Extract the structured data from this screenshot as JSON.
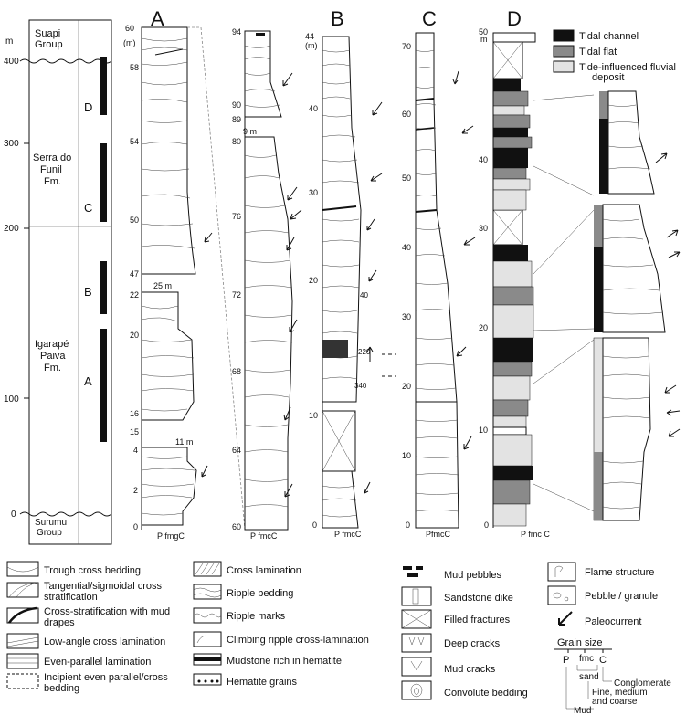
{
  "strat": {
    "unit_m": "m",
    "top_group": "Suapi\nGroup",
    "formation_1": "Serra do\nFunil\nFm.",
    "formation_2": "Igarapé\nPaiva\nFm.",
    "bottom_group": "Surumu\nGroup",
    "ticks": [
      "400",
      "300",
      "200",
      "100",
      "0"
    ],
    "section_letters": [
      "D",
      "C",
      "B",
      "A"
    ]
  },
  "columns": {
    "A": {
      "title": "A",
      "unit": "(m)",
      "ticks_upper": [
        "60",
        "58",
        "54",
        "50",
        "47"
      ],
      "ticks_mid": [
        "22",
        "20",
        "16",
        "15"
      ],
      "ticks_low": [
        "4",
        "2",
        "0"
      ],
      "gap_1": "25 m",
      "gap_2": "11 m",
      "grain_scale": "P fmgC"
    },
    "A2": {
      "ticks_upper": [
        "94",
        "90",
        "89"
      ],
      "ticks_lower": [
        "80",
        "76",
        "72",
        "68",
        "64",
        "60"
      ],
      "gap": "9 m",
      "grain_scale": "P fmcC"
    },
    "B": {
      "title": "B",
      "unit": "(m)",
      "ticks": [
        "44",
        "40",
        "30",
        "20",
        "10",
        "0"
      ],
      "paleo_labels": [
        "40",
        "220",
        "340"
      ],
      "grain_scale": "P fmcC"
    },
    "C": {
      "title": "C",
      "ticks": [
        "70",
        "60",
        "50",
        "40",
        "30",
        "20",
        "10",
        "0"
      ],
      "grain_scale": "PfmcC"
    },
    "D": {
      "title": "D",
      "unit": "m",
      "ticks": [
        "50",
        "40",
        "30",
        "20",
        "10",
        "0"
      ],
      "grain_scale": "P fmc C"
    }
  },
  "facies_legend": {
    "items": [
      "Tidal channel",
      "Tidal flat",
      "Tide-influenced fluvial\ndeposit"
    ],
    "colors": [
      "#111111",
      "#8a8a8a",
      "#e3e3e3"
    ]
  },
  "legend": {
    "col1": [
      "Trough cross bedding",
      "Tangential/sigmoidal cross\nstratification",
      "Cross-stratification with mud\ndrapes",
      "Low-angle cross lamination",
      "Even-parallel lamination",
      "Incipient even parallel/cross\nbedding"
    ],
    "col2": [
      "Cross lamination",
      "Ripple bedding",
      "Ripple marks",
      "Climbing ripple cross-lamination",
      "Mudstone rich in hematite",
      "Hematite grains"
    ],
    "col3": [
      "Mud pebbles",
      "Sandstone dike",
      "Filled fractures",
      "Deep cracks",
      "Mud cracks",
      "Convolute bedding"
    ],
    "col4": [
      "Flame structure",
      "Pebble / granule",
      "Paleocurrent"
    ],
    "grain": {
      "title": "Grain size",
      "scale_P": "P",
      "scale_fmc": "fmc",
      "scale_C": "C",
      "sand": "sand",
      "conglomerate": "Conglomerate",
      "fine": "Fine, medium\nand coarse",
      "mud": "Mud"
    }
  }
}
